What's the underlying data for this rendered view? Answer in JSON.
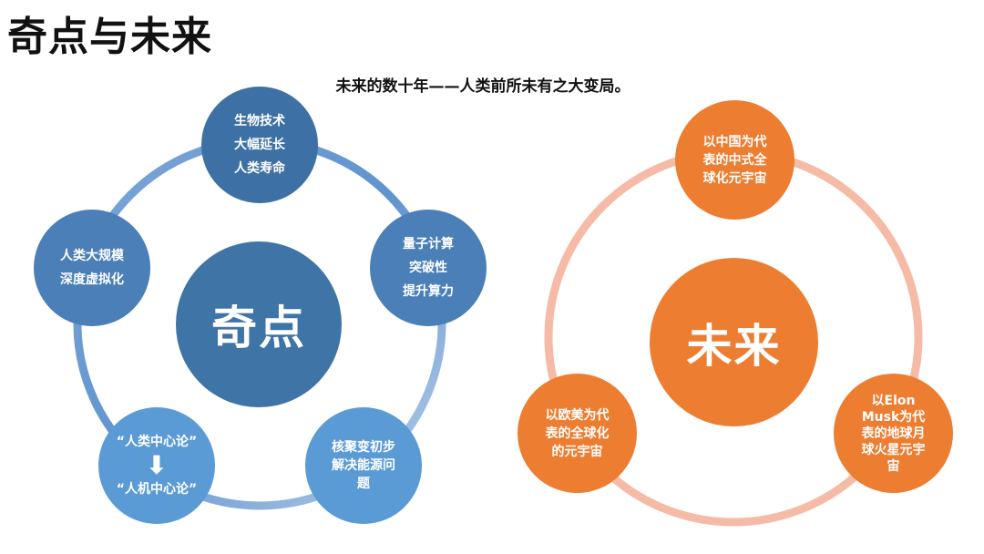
{
  "slide_title": "奇点与未来",
  "subtitle": "未来的数十年——人类前所未有之大变局。",
  "left_diagram": {
    "center": "奇点",
    "nodes": [
      {
        "lines": [
          "生物技术",
          "大幅延长",
          "人类寿命"
        ]
      },
      {
        "lines": [
          "量子计算",
          "突破性",
          "提升算力"
        ]
      },
      {
        "lines": [
          "核聚变初步",
          "解决能源问",
          "题"
        ]
      },
      {
        "lines": [
          "“人类中心论”",
          "“人机中心论”"
        ],
        "arrow": "⬇"
      },
      {
        "lines": [
          "人类大规模",
          "深度虚拟化"
        ]
      }
    ],
    "colors": {
      "center": "#3f74a6",
      "node_dark": "#3d70a4",
      "node_mid": "#4a7fb7",
      "node_light": "#5b9bd5",
      "ring": "#9dbde0"
    }
  },
  "right_diagram": {
    "center": "未来",
    "nodes": [
      {
        "lines": [
          "以中国为代",
          "表的中式全",
          "球化元宇宙"
        ]
      },
      {
        "lines": [
          "以Elon",
          "Musk为代",
          "表的地球月",
          "球火星元宇",
          "宙"
        ]
      },
      {
        "lines": [
          "以欧美为代",
          "表的全球化",
          "的元宇宙"
        ]
      }
    ],
    "colors": {
      "center": "#ed7d31",
      "node": "#ed7d31",
      "ring": "#f4b9a4"
    }
  }
}
